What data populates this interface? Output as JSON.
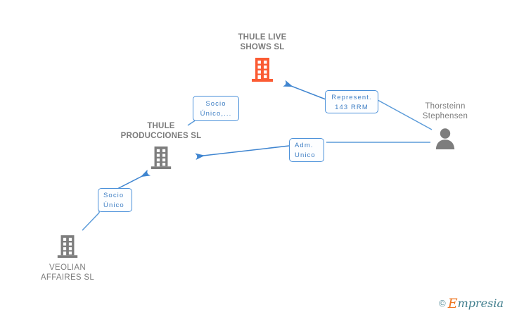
{
  "diagram": {
    "title": "Corporate relationship chart",
    "colors": {
      "company_primary": "#fb5b33",
      "company_secondary": "#7d7d7d",
      "person": "#7d7d7d",
      "edge": "#4a90d9",
      "label_border": "#4a90d9",
      "label_text": "#3f7fc4",
      "node_text": "#7b7b7b"
    },
    "nodes": [
      {
        "id": "thule-live-shows",
        "name": "THULE LIVE SHOWS SL",
        "name_lines": [
          "THULE LIVE",
          "SHOWS SL"
        ],
        "type": "company",
        "icon": "building-icon",
        "color": "#fb5b33"
      },
      {
        "id": "thule-producciones",
        "name": "THULE PRODUCCIONES SL",
        "name_lines": [
          "THULE",
          "PRODUCCIONES SL"
        ],
        "type": "company",
        "icon": "building-icon",
        "color": "#7d7d7d"
      },
      {
        "id": "veolian-affaires",
        "name": "VEOLIAN AFFAIRES SL",
        "name_lines": [
          "VEOLIAN",
          "AFFAIRES SL"
        ],
        "type": "company",
        "icon": "building-icon",
        "color": "#7d7d7d"
      },
      {
        "id": "thorsteinn-stephensen",
        "name": "Thorsteinn Stephensen",
        "name_lines": [
          "Thorsteinn",
          "Stephensen"
        ],
        "type": "person",
        "icon": "person-icon",
        "color": "#7d7d7d"
      }
    ],
    "edges": [
      {
        "id": "edge-represent",
        "from": "thorsteinn-stephensen",
        "to": "thule-live-shows",
        "label_lines": [
          "Represent.",
          "143 RRM"
        ],
        "label_text": "Represent. 143 RRM"
      },
      {
        "id": "edge-adm-unico",
        "from": "thorsteinn-stephensen",
        "to": "thule-producciones",
        "label_lines": [
          "Adm.",
          "Unico"
        ],
        "label_text": "Adm. Unico"
      },
      {
        "id": "edge-socio-unico-ellipsis",
        "from": "thule-producciones",
        "to": "thule-live-shows",
        "label_lines": [
          "Socio",
          "Único,..."
        ],
        "label_text": "Socio Único,..."
      },
      {
        "id": "edge-socio-unico",
        "from": "veolian-affaires",
        "to": "thule-producciones",
        "label_lines": [
          "Socio",
          "Único"
        ],
        "label_text": "Socio Único"
      }
    ]
  },
  "watermark": {
    "copyright": "©",
    "brand_initial": "E",
    "brand_rest": "mpresia"
  }
}
